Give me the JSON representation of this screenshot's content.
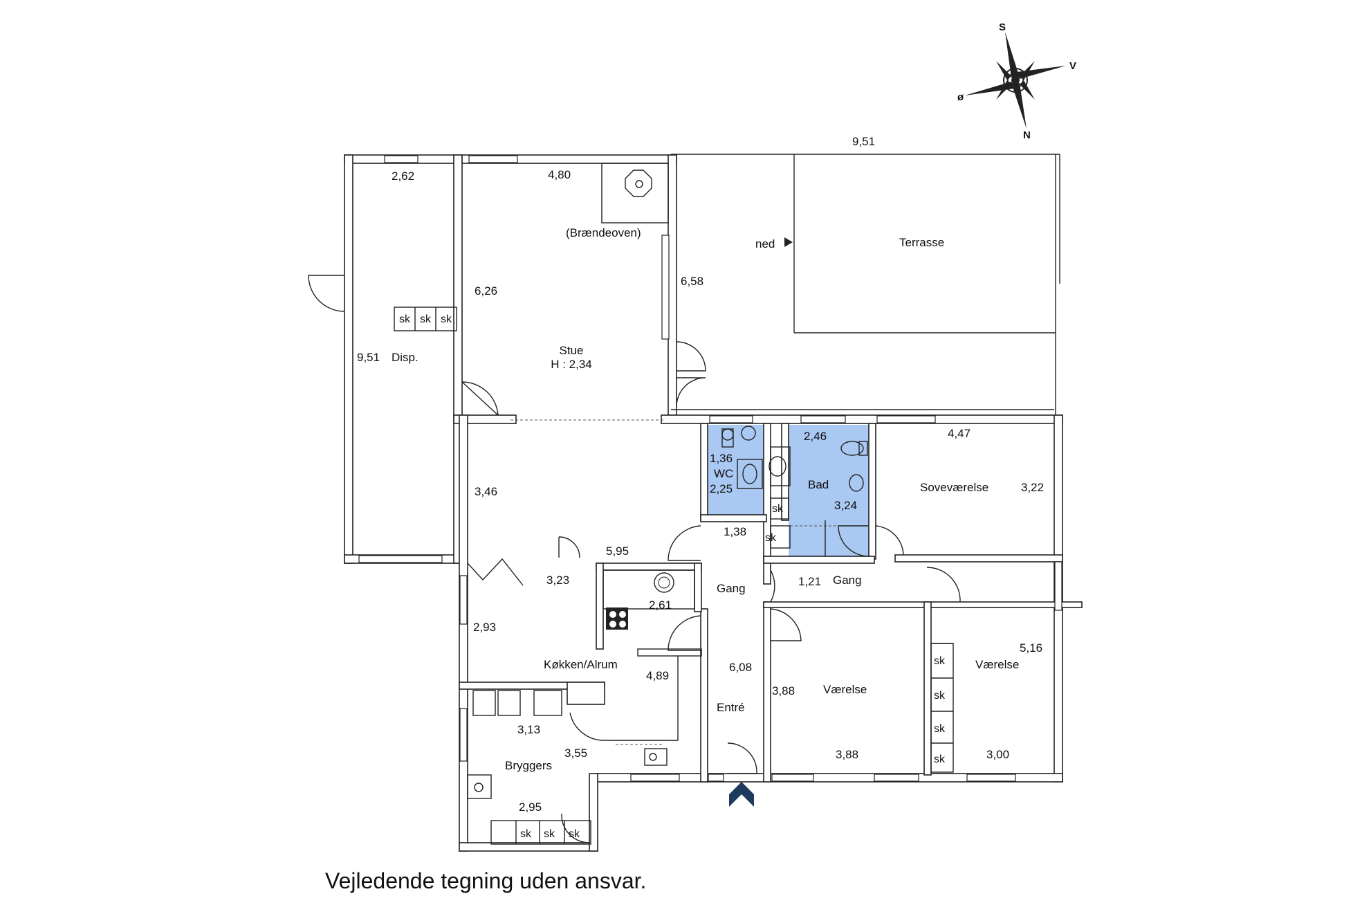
{
  "rooms": {
    "disp": "Disp.",
    "stue": "Stue",
    "stue_height": "H : 2,34",
    "braendeoven": "(Brændeoven)",
    "terrasse": "Terrasse",
    "ned": "ned",
    "wc": "WC",
    "bad": "Bad",
    "sovevaerelse": "Soveværelse",
    "gang_1": "Gang",
    "gang_2": "Gang",
    "koekken": "Køkken/Alrum",
    "entre": "Entré",
    "vaerelse_1": "Værelse",
    "vaerelse_2": "Værelse",
    "bryggers": "Bryggers"
  },
  "dimensions": {
    "terrace_top": "9,51",
    "disp_top": "2,62",
    "disp_side": "9,51",
    "stue_top": "4,80",
    "stue_side": "6,26",
    "terrace_side": "6,58",
    "wc_w": "1,36",
    "wc_h": "2,25",
    "bad_w": "2,46",
    "bad_h": "3,24",
    "sov_w": "4,47",
    "sov_h": "3,22",
    "alrum_1": "3,46",
    "alrum_2": "3,23",
    "alrum_3": "5,95",
    "alrum_4": "2,61",
    "alrum_5": "2,93",
    "alrum_6": "4,89",
    "gang_w": "1,38",
    "gang_2_w": "1,21",
    "entre_h": "6,08",
    "v1_h": "3,88",
    "v1_w": "3,88",
    "v2_h": "5,16",
    "v2_w": "3,00",
    "bryg_1": "3,13",
    "bryg_2": "3,55",
    "bryg_3": "2,95"
  },
  "storage_label": "sk",
  "compass": {
    "north": "N",
    "south": "S",
    "east": "ø",
    "west": "V"
  },
  "disclaimer": "Vejledende tegning uden ansvar.",
  "colors": {
    "wet_room_fill": "#a9c8f2",
    "wall": "#222222",
    "wall_fill": "#d9d9d9"
  }
}
